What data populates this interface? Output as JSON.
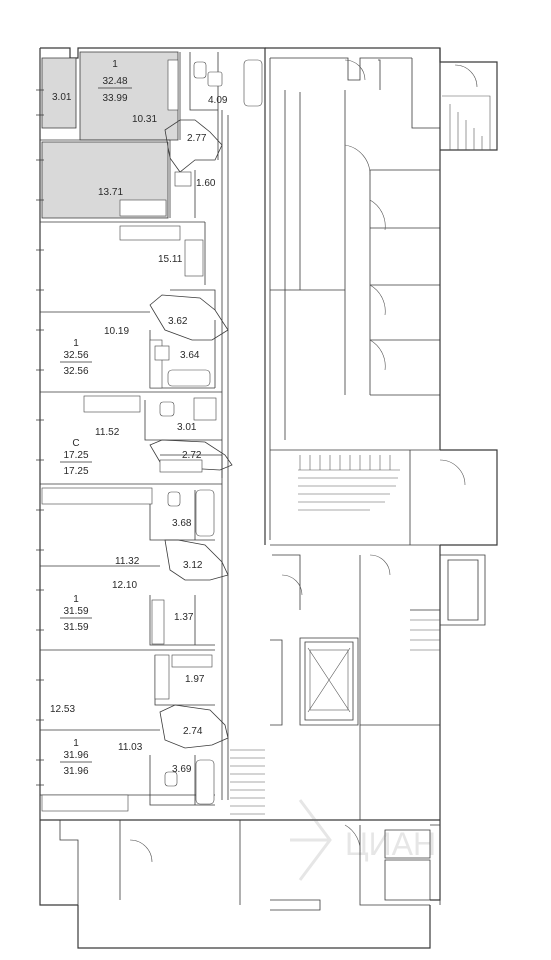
{
  "rooms": {
    "apt1": {
      "count": "1",
      "living": "32.48",
      "total": "33.99"
    },
    "apt1_balcony": "3.01",
    "apt1_room": "10.31",
    "apt1_bath": "4.09",
    "apt1_hall": "2.77",
    "apt1_kitchen": "13.71",
    "apt1_wc": "1.60",
    "apt2_kitchen": "15.11",
    "apt2_room": "10.19",
    "apt2_hall": "3.62",
    "apt2_bath": "3.64",
    "apt2": {
      "count": "1",
      "living": "32.56",
      "total": "32.56"
    },
    "apt3_room": "11.52",
    "apt3_bath": "3.01",
    "apt3_hall": "2.72",
    "apt3": {
      "count": "С",
      "living": "17.25",
      "total": "17.25"
    },
    "apt4_bath": "3.68",
    "apt4_room": "11.32",
    "apt4_hall": "3.12",
    "apt4_kitchen": "12.10",
    "apt4_wc": "1.37",
    "apt4": {
      "count": "1",
      "living": "31.59",
      "total": "31.59"
    },
    "apt5_wc": "1.97",
    "apt5_room": "12.53",
    "apt5_hall": "2.74",
    "apt5_kitchen": "11.03",
    "apt5_bath": "3.69",
    "apt5": {
      "count": "1",
      "living": "31.96",
      "total": "31.96"
    }
  },
  "watermark": "ЦИАН",
  "colors": {
    "highlight": "#d9d9d9",
    "wall": "#3a3a3a",
    "background": "#ffffff"
  }
}
